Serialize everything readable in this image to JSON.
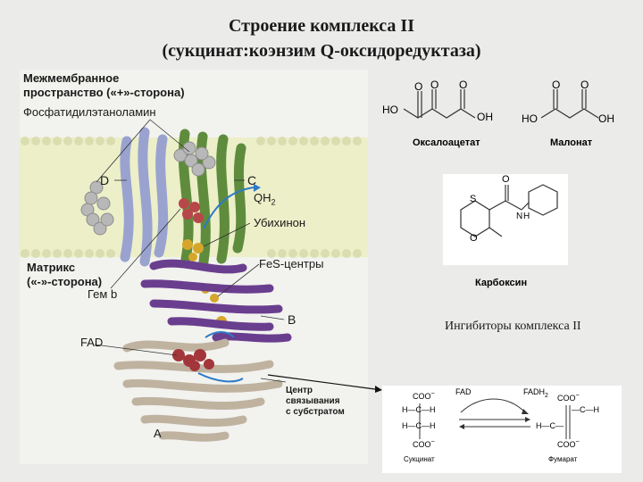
{
  "title_line1": "Строение комплекса II",
  "title_line2": "(сукцинат:коэнзим Q-оксидоредуктаза)",
  "figure_labels": {
    "intermembrane_line1": "Межмембранное",
    "intermembrane_line2": "пространство («+»-сторона)",
    "phosphatidylethanolamine": "Фосфатидилэтаноламин",
    "subunit_d": "D",
    "subunit_c": "C",
    "qh2": "QH",
    "qh2_sub": "2",
    "ubiquinone": "Убихинон",
    "matrix_line1": "Матрикс",
    "matrix_line2": "(«-»-сторона)",
    "heme_b": "Гем b",
    "fes_centers": "FeS-центры",
    "subunit_b": "B",
    "fad": "FAD",
    "binding_line1": "Центр",
    "binding_line2": "связывания",
    "binding_line3": "с субстратом",
    "subunit_a": "A"
  },
  "inhibitors": {
    "oxaloacetate": "Оксалоацетат",
    "malonate": "Малонат",
    "carboxin": "Карбоксин",
    "caption": "Ингибиторы комплекса II"
  },
  "reaction": {
    "fad": "FAD",
    "fadh2": "FADH",
    "fadh2_sub": "2",
    "succinate": "Сукцинат",
    "fumarate": "Фумарат"
  },
  "chem_atoms": {
    "ho": "HO",
    "oh": "OH",
    "o": "O",
    "s": "S",
    "h": "H",
    "n": "N",
    "coo": "COO",
    "minus": "−",
    "c_chain": "—C—H",
    "h_chain": "H—C—"
  }
}
